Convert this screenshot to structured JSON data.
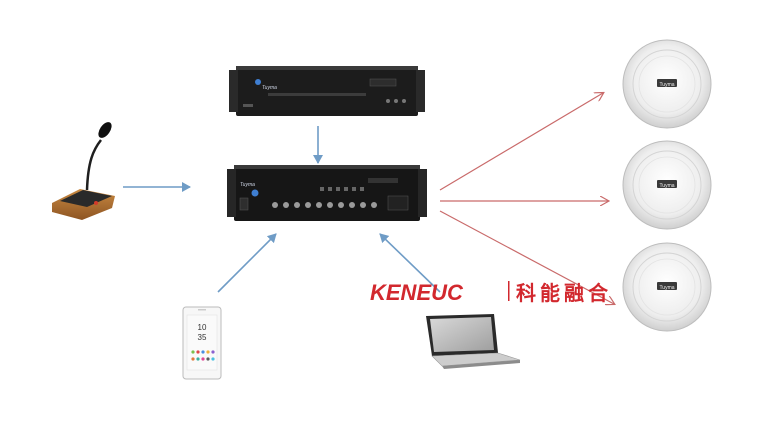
{
  "devices": {
    "cd_player": {
      "brand": "Tuyma"
    },
    "amplifier": {
      "brand": "Tuyma"
    },
    "speakers": [
      {
        "brand": "Tuyma"
      },
      {
        "brand": "Tuyma"
      },
      {
        "brand": "Tuyma"
      }
    ]
  },
  "phone": {
    "time_hour": "10",
    "time_minute": "35"
  },
  "watermark": {
    "latin": "KENEUC",
    "chinese": "科能融合"
  },
  "colors": {
    "arrow_blue": "#6f9cc6",
    "arrow_red": "#c96a6a",
    "brand_red": "#d2282e"
  }
}
